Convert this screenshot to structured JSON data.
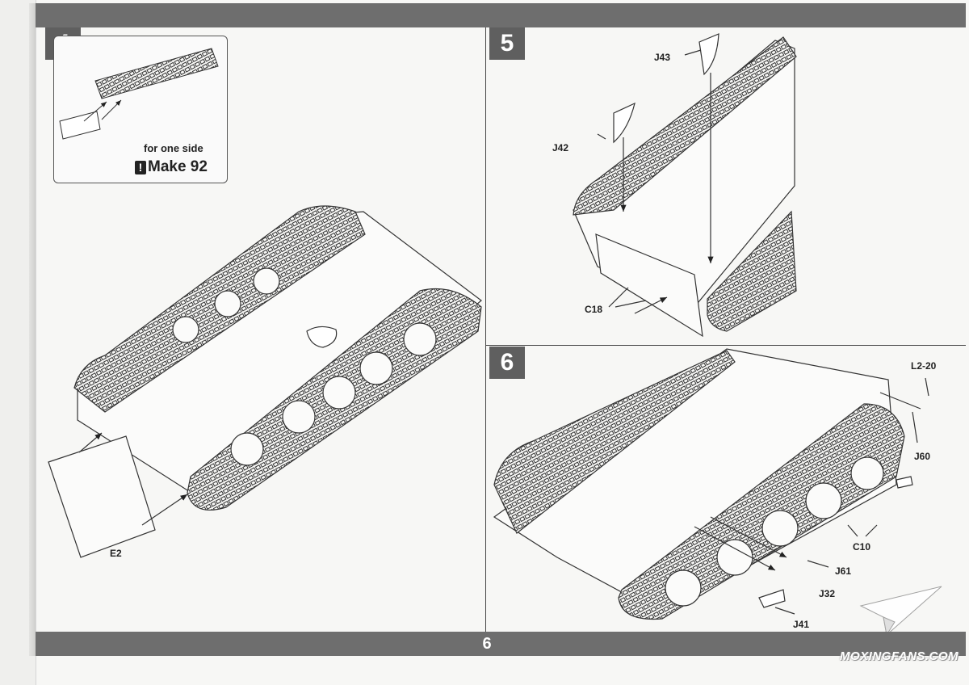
{
  "page": {
    "number": "6"
  },
  "steps": [
    {
      "number": "4",
      "inset": {
        "note": "for one side",
        "make_icon": "!",
        "make_text": "Make 92"
      },
      "labels": [
        "E2"
      ]
    },
    {
      "number": "5",
      "labels": [
        "J43",
        "J42",
        "C18"
      ]
    },
    {
      "number": "6",
      "labels": [
        "L2-20",
        "J60",
        "C10",
        "J61",
        "J32",
        "J41"
      ]
    }
  ],
  "watermark": {
    "text": "MOXINGFANS.COM"
  },
  "colors": {
    "bar": "#6e6e6e",
    "step_box": "#5f5f5f",
    "paper": "#f7f7f5",
    "line_art": "#333333"
  }
}
